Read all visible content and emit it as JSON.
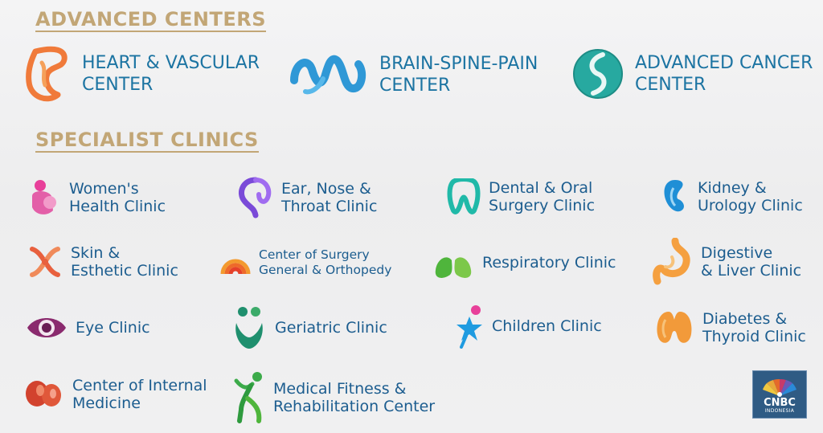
{
  "sections": {
    "advanced": "ADVANCED CENTERS",
    "specialist": "SPECIALIST CLINICS"
  },
  "centers": [
    {
      "label": "HEART & VASCULAR\nCENTER",
      "icon": "heart-vascular-icon",
      "color": "#f07a3a"
    },
    {
      "label": "BRAIN-SPINE-PAIN\nCENTER",
      "icon": "brain-spine-pain-icon",
      "color": "#2f98d6"
    },
    {
      "label": "ADVANCED CANCER\nCENTER",
      "icon": "advanced-cancer-icon",
      "color": "#27a9a0"
    }
  ],
  "clinics": [
    {
      "label": "Women's\nHealth Clinic",
      "icon": "women-health-icon"
    },
    {
      "label": "Ear, Nose &\nThroat Clinic",
      "icon": "ent-icon"
    },
    {
      "label": "Dental & Oral\nSurgery Clinic",
      "icon": "tooth-icon"
    },
    {
      "label": "Kidney &\nUrology Clinic",
      "icon": "kidney-icon"
    },
    {
      "label": "Skin &\nEsthetic Clinic",
      "icon": "skin-icon"
    },
    {
      "label": "Center of Surgery\nGeneral & Orthopedy",
      "icon": "surgery-icon"
    },
    {
      "label": "Respiratory Clinic",
      "icon": "lungs-icon"
    },
    {
      "label": "Digestive\n& Liver Clinic",
      "icon": "stomach-icon"
    },
    {
      "label": "Eye Clinic",
      "icon": "eye-icon"
    },
    {
      "label": "Geriatric Clinic",
      "icon": "geriatric-icon"
    },
    {
      "label": "Children Clinic",
      "icon": "children-icon"
    },
    {
      "label": "Diabetes &\nThyroid Clinic",
      "icon": "thyroid-icon"
    },
    {
      "label": "Center of Internal\nMedicine",
      "icon": "internal-medicine-icon"
    },
    {
      "label": "Medical Fitness &\nRehabilitation Center",
      "icon": "fitness-icon"
    }
  ],
  "logo": {
    "word": "CNBC",
    "sub": "INDONESIA",
    "icon": "peacock-icon"
  }
}
